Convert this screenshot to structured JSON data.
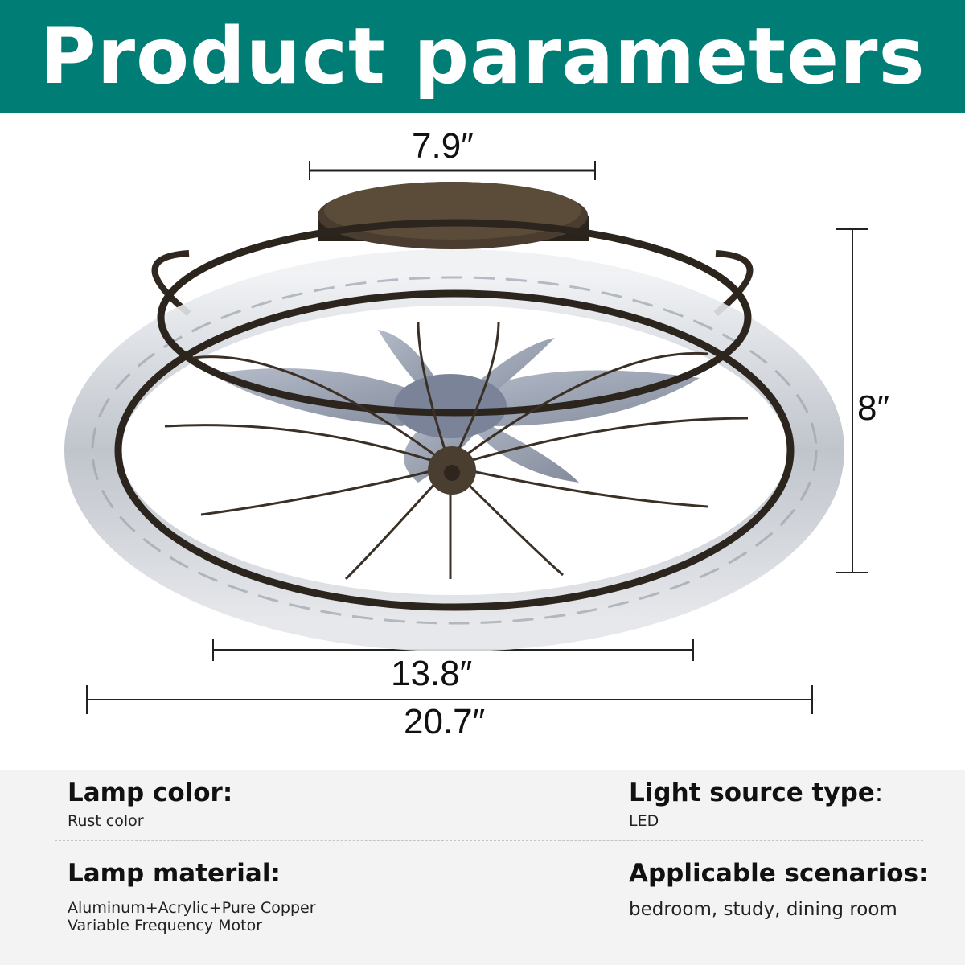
{
  "banner": {
    "title": "Product parameters"
  },
  "colors": {
    "banner": "#007d74",
    "metal": "#3b3228",
    "crystal": "#c9cdd2",
    "blades": "#8a93a6"
  },
  "dimensions": {
    "top_width": "7.9″",
    "height": "8″",
    "inner_width": "13.8″",
    "overall_width": "20.7″"
  },
  "specs": {
    "lamp_color": {
      "label": "Lamp color:",
      "value": "Rust color"
    },
    "light_source": {
      "label": "Light source type",
      "colon": ":",
      "value": "LED"
    },
    "lamp_material": {
      "label": "Lamp material:",
      "value_line1": "Aluminum+Acrylic+Pure Copper",
      "value_line2": "Variable Frequency Motor"
    },
    "scenarios": {
      "label": "Applicable scenarios:",
      "value": "bedroom, study, dining room"
    }
  }
}
